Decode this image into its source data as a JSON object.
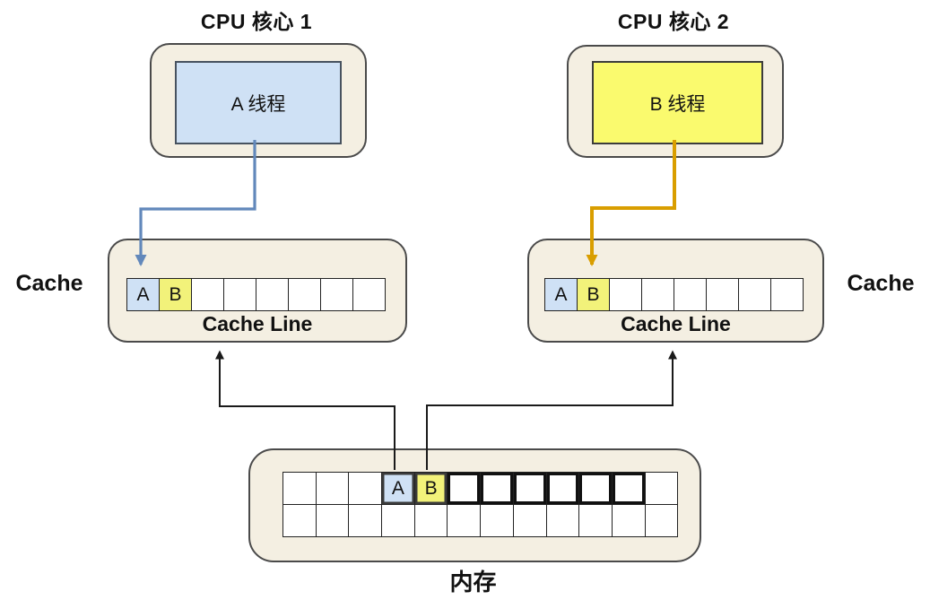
{
  "colors": {
    "canvas_bg": "#ffffff",
    "panel_fill": "#f4efe2",
    "panel_border": "#4a4a4a",
    "thread_a_fill": "#cfe1f5",
    "thread_a_border": "#47525f",
    "thread_b_fill": "#fafa6e",
    "thread_b_border": "#3c3c3c",
    "cell_a_fill": "#cfe1f5",
    "cell_b_fill": "#f2f27a",
    "cell_border": "#222222",
    "cache_line_thick": "#111111",
    "mem_ab_thick": "#3a3a3a",
    "arrow_blue": "#6288bb",
    "arrow_orange": "#d99e00",
    "arrow_black": "#1a1a1a",
    "text_color": "#111111"
  },
  "cpu1": {
    "title": "CPU 核心 1",
    "thread": "A 线程"
  },
  "cpu2": {
    "title": "CPU 核心 2",
    "thread": "B 线程"
  },
  "cache_left": {
    "label": "Cache",
    "line_label": "Cache Line",
    "cells": [
      {
        "label": "A",
        "kind": "a"
      },
      {
        "label": "B",
        "kind": "b"
      },
      {
        "kind": "plain"
      },
      {
        "kind": "plain"
      },
      {
        "kind": "plain"
      },
      {
        "kind": "plain"
      },
      {
        "kind": "plain"
      },
      {
        "kind": "plain"
      }
    ]
  },
  "cache_right": {
    "label": "Cache",
    "line_label": "Cache Line",
    "cells": [
      {
        "label": "A",
        "kind": "a"
      },
      {
        "label": "B",
        "kind": "b"
      },
      {
        "kind": "plain"
      },
      {
        "kind": "plain"
      },
      {
        "kind": "plain"
      },
      {
        "kind": "plain"
      },
      {
        "kind": "plain"
      },
      {
        "kind": "plain"
      }
    ]
  },
  "memory": {
    "label": "内存",
    "row1": [
      {
        "kind": "plain"
      },
      {
        "kind": "plain"
      },
      {
        "kind": "plain"
      },
      {
        "label": "A",
        "kind": "a-mem"
      },
      {
        "label": "B",
        "kind": "b-mem"
      },
      {
        "kind": "line"
      },
      {
        "kind": "line"
      },
      {
        "kind": "line"
      },
      {
        "kind": "line"
      },
      {
        "kind": "line"
      },
      {
        "kind": "line"
      },
      {
        "kind": "plain"
      }
    ],
    "row2": [
      {
        "kind": "plain"
      },
      {
        "kind": "plain"
      },
      {
        "kind": "plain"
      },
      {
        "kind": "plain"
      },
      {
        "kind": "plain"
      },
      {
        "kind": "plain"
      },
      {
        "kind": "plain"
      },
      {
        "kind": "plain"
      },
      {
        "kind": "plain"
      },
      {
        "kind": "plain"
      },
      {
        "kind": "plain"
      },
      {
        "kind": "plain"
      }
    ]
  }
}
